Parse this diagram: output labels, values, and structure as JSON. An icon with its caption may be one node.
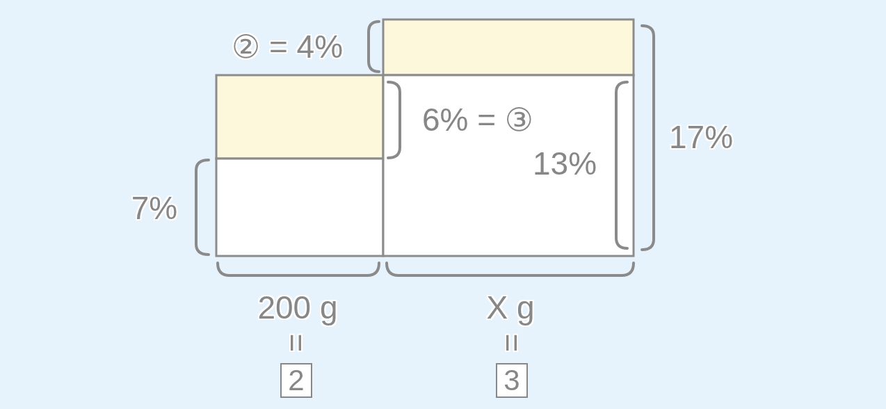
{
  "diagram": {
    "nodes": [
      {
        "text": [
          "2"
        ]
      },
      {
        "text": [
          "3"
        ]
      }
    ],
    "labels": [
      "② = 4%",
      "6% = ③",
      "17%",
      "13%",
      "7%",
      "200 g",
      "X g",
      "=",
      "="
    ]
  }
}
